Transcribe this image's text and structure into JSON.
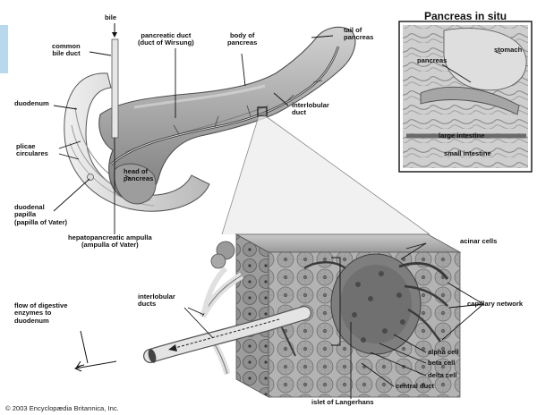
{
  "inset": {
    "title": "Pancreas in situ",
    "labels": {
      "stomach": "stomach",
      "pancreas": "pancreas",
      "large_intestine": "large intestine",
      "small_intestine": "small intestine"
    }
  },
  "labels": {
    "bile": [
      "bile"
    ],
    "common_bile_duct": [
      "common",
      "bile duct"
    ],
    "pancreatic_duct": [
      "pancreatic duct",
      "(duct of Wirsung)"
    ],
    "body_of_pancreas": [
      "body of",
      "pancreas"
    ],
    "tail_of_pancreas": [
      "tail of",
      "pancreas"
    ],
    "duodenum": [
      "duodenum"
    ],
    "interlobular_duct": [
      "interlobular",
      "duct"
    ],
    "plicae_circulares": [
      "plicae",
      "circulares"
    ],
    "head_of_pancreas": [
      "head of",
      "pancreas"
    ],
    "duodenal_papilla": [
      "duodenal",
      "papilla",
      "(papilla of Vater)"
    ],
    "hepatopancreatic_ampulla": [
      "hepatopancreatic ampulla",
      "(ampulla of Vater)"
    ],
    "acinar_cells": [
      "acinar cells"
    ],
    "capillary_network": [
      "capillary network"
    ],
    "flow_of_enzymes": [
      "flow of digestive",
      "enzymes to",
      "duodenum"
    ],
    "interlobular_ducts": [
      "interlobular",
      "ducts"
    ],
    "alpha_cell": [
      "alpha cell"
    ],
    "beta_cell": [
      "beta cell"
    ],
    "delta_cell": [
      "delta cell"
    ],
    "central_duct": [
      "central duct"
    ],
    "islet_of_langerhans": [
      "islet of Langerhans"
    ]
  },
  "credit": "© 2003 Encyclopædia Britannica, Inc."
}
